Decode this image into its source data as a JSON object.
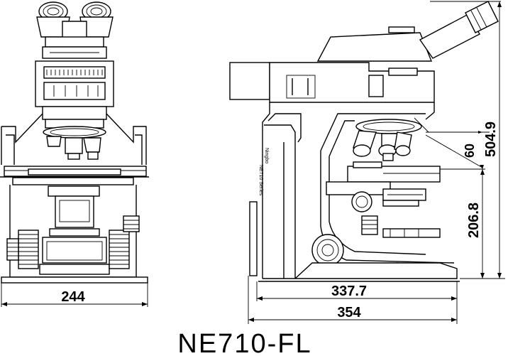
{
  "front_view": {
    "width_dimension": "244"
  },
  "side_view": {
    "depth_inner_dimension": "337.7",
    "depth_total_dimension": "354",
    "height_total_dimension": "504.9",
    "height_stage_dimension": "206.8",
    "eyepiece_angle_dimension": "60",
    "side_label_brand": "Ningbo",
    "side_label_model": "NE710 Series"
  },
  "caption": {
    "model_name": "NE710-FL"
  }
}
